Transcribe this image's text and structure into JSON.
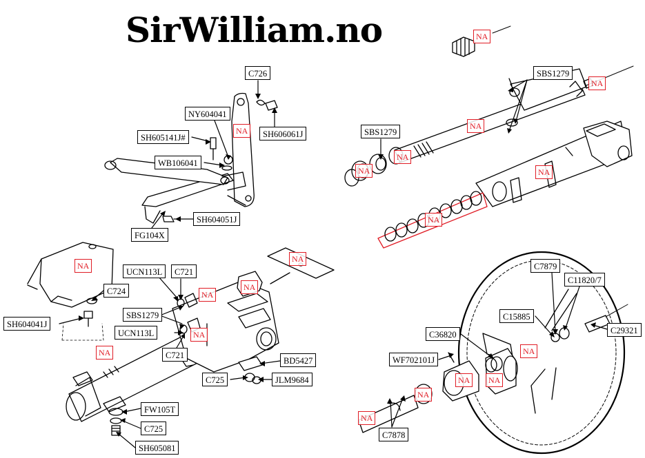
{
  "brand": {
    "title": "SirWilliam.no"
  },
  "colors": {
    "na_red": "#e01b24",
    "line": "#000000"
  },
  "na_text": "NA",
  "parts": {
    "c726": "C726",
    "ny604041": "NY604041",
    "sh605141j": "SH605141J#",
    "sh606061j": "SH606061J",
    "wb106041": "WB106041",
    "sh604051j": "SH604051J",
    "fg104x": "FG104X",
    "sbs1279_top": "SBS1279",
    "sbs1279_left": "SBS1279",
    "ucn113l_top": "UCN113L",
    "c721_top": "C721",
    "c724": "C724",
    "sh604041j": "SH604041J",
    "sbs1279_mid": "SBS1279",
    "ucn113l_mid": "UCN113L",
    "c721_mid": "C721",
    "bd5427": "BD5427",
    "c725_right": "C725",
    "jlm9684": "JLM9684",
    "fw105t": "FW105T",
    "c725_bottom": "C725",
    "sh605081": "SH605081",
    "c7879": "C7879",
    "c11820_7": "C11820/7",
    "c15885": "C15885",
    "c29321": "C29321",
    "c36820": "C36820",
    "wf702101j": "WF702101J",
    "c7878": "C7878"
  }
}
